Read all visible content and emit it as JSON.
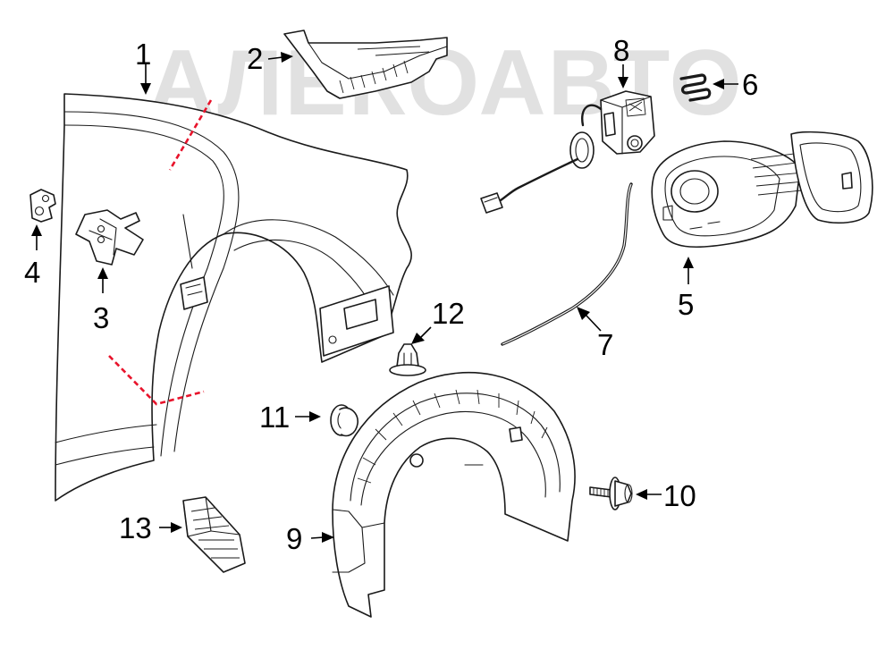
{
  "watermark": {
    "text": "АЛЕКОАВТО"
  },
  "callouts": {
    "c1": "1",
    "c2": "2",
    "c3": "3",
    "c4": "4",
    "c5": "5",
    "c6": "6",
    "c7": "7",
    "c8": "8",
    "c9": "9",
    "c10": "10",
    "c11": "11",
    "c12": "12",
    "c13": "13"
  },
  "colors": {
    "cut_line": "#e8132b",
    "line_art": "#1a1a1a",
    "watermark": "#c9c9c9"
  }
}
